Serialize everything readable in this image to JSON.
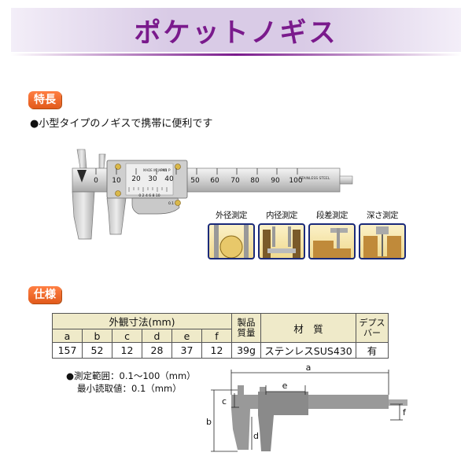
{
  "banner": {
    "title": "ポケットノギス"
  },
  "features": {
    "badge": "特長",
    "text": "●小型タイプのノギスで携帯に便利です"
  },
  "caliper": {
    "main_scale": [
      "0",
      "10",
      "20",
      "30",
      "40",
      "50",
      "60",
      "70",
      "80",
      "90",
      "100"
    ],
    "vernier_scale": [
      "10",
      "20",
      "30",
      "40"
    ],
    "vernier_small": "0 2 4 6 8 10",
    "vernier_unit": "0.1",
    "made_in": "MADE IN JAPAN",
    "model_code": "P41 P",
    "steel": "STAINLESS STEEL"
  },
  "measurements": [
    {
      "label": "外径測定",
      "icon": "outer-diameter-icon"
    },
    {
      "label": "内径測定",
      "icon": "inner-diameter-icon"
    },
    {
      "label": "段差測定",
      "icon": "step-measure-icon"
    },
    {
      "label": "深さ測定",
      "icon": "depth-measure-icon"
    }
  ],
  "spec": {
    "badge": "仕様",
    "header_group": "外観寸法(mm)",
    "weight_header_1": "製品",
    "weight_header_2": "質量",
    "material_header": "材　質",
    "depth_header_1": "デプス",
    "depth_header_2": "バー",
    "columns": [
      "a",
      "b",
      "c",
      "d",
      "e",
      "f"
    ],
    "values": [
      "157",
      "52",
      "12",
      "28",
      "37",
      "12"
    ],
    "weight": "39g",
    "material": "ステンレスSUS430",
    "depth_bar": "有"
  },
  "notes": {
    "range": "●測定範囲：0.1〜100（mm）",
    "resolution": "最小読取値：0.1（mm）"
  },
  "diagram_labels": {
    "a": "a",
    "b": "b",
    "c": "c",
    "d": "d",
    "e": "e",
    "f": "f"
  },
  "colors": {
    "title": "#7a1a8c",
    "badge": "#e25a1b",
    "box_border": "#1a2a7a"
  }
}
